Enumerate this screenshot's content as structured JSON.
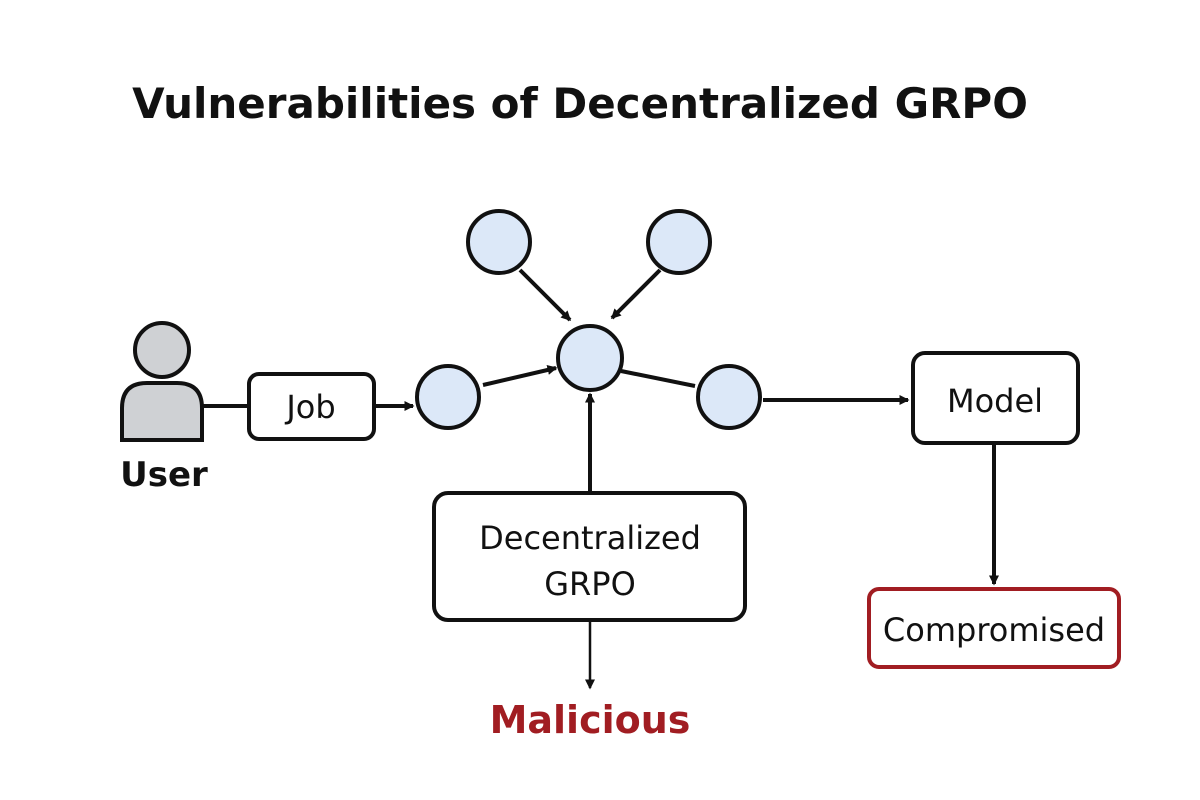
{
  "title": "Vulnerabilities of Decentralized GRPO",
  "nodes": {
    "user": {
      "label": "User",
      "icon": "user-icon"
    },
    "job": {
      "label": "Job"
    },
    "grpo": {
      "line1": "Decentralized",
      "line2": "GRPO"
    },
    "model": {
      "label": "Model"
    },
    "compromised": {
      "label": "Compromised"
    },
    "malicious": {
      "label": "Malicious"
    }
  },
  "colors": {
    "node_fill": "#dce8f8",
    "danger": "#a11d22",
    "icon_fill": "#cfd1d4"
  }
}
